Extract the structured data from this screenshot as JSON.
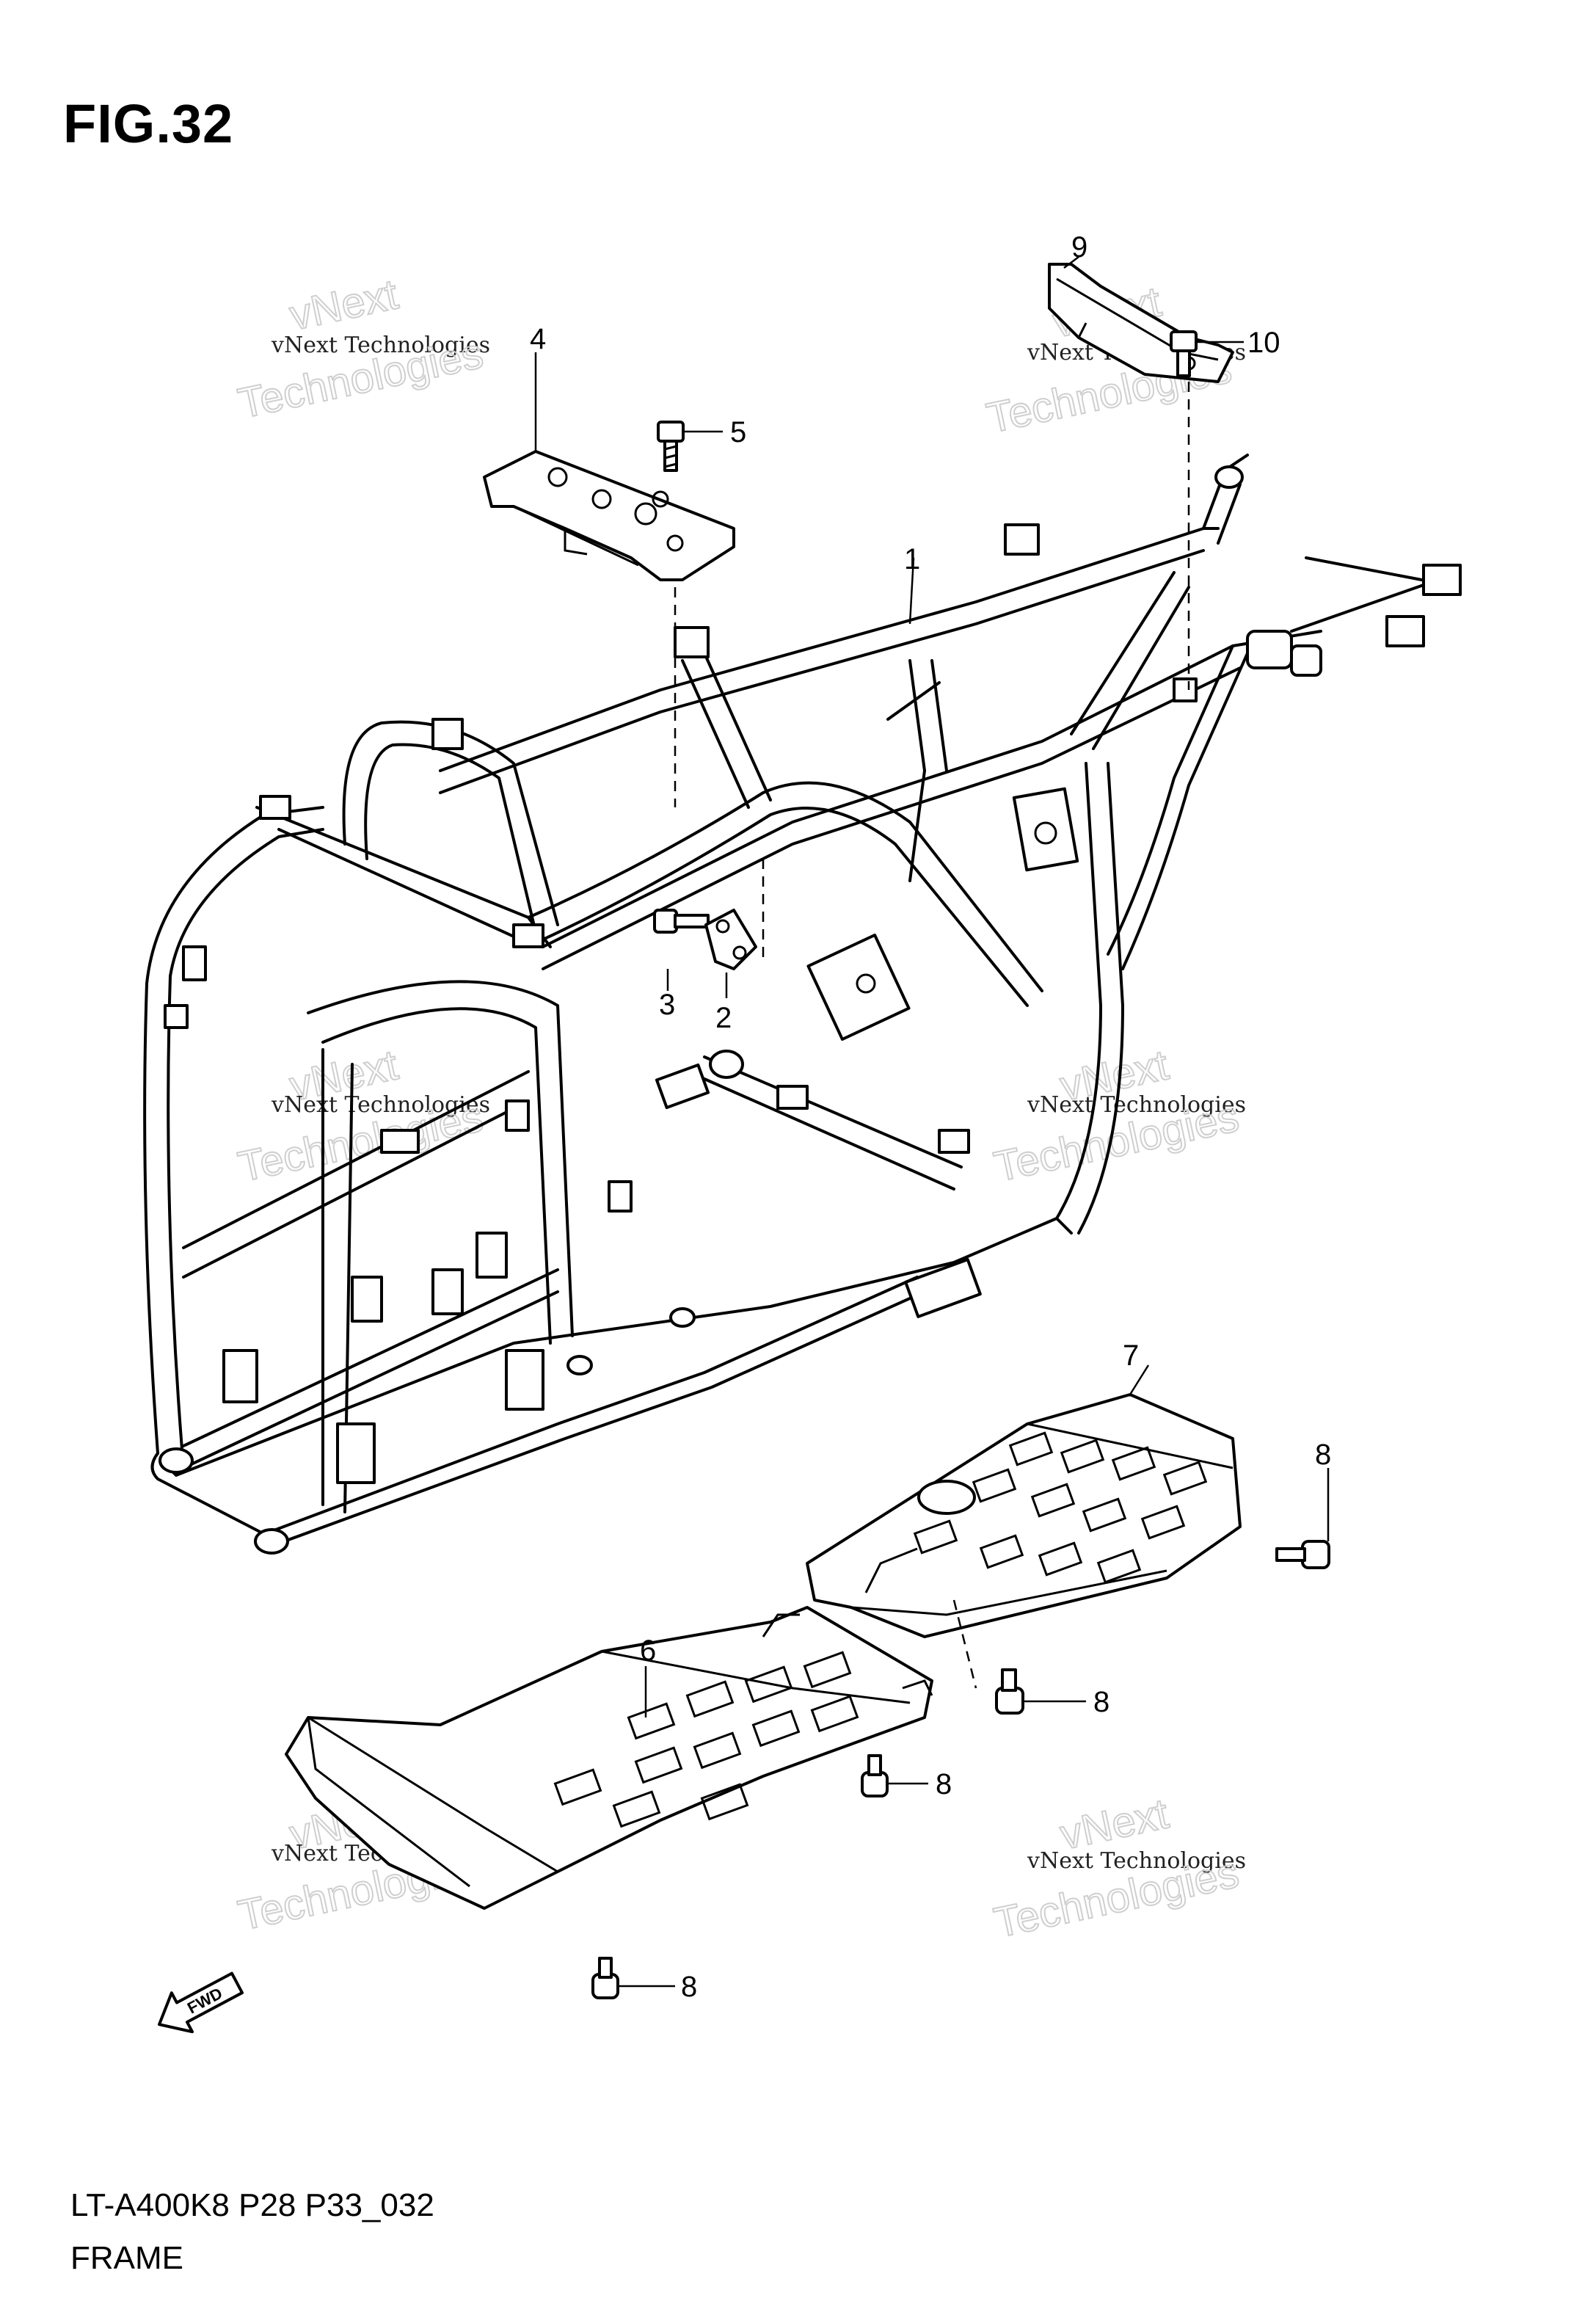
{
  "figure": {
    "title": "FIG.32",
    "model_code": "LT-A400K8 P28 P33_032",
    "section_name": "FRAME"
  },
  "callouts": [
    "1",
    "2",
    "3",
    "4",
    "5",
    "6",
    "7",
    "8",
    "9",
    "10"
  ],
  "watermark": {
    "line1": "vNext",
    "line2": "vNext Technologies",
    "line3": "Technologies"
  },
  "direction_label": "FWD"
}
